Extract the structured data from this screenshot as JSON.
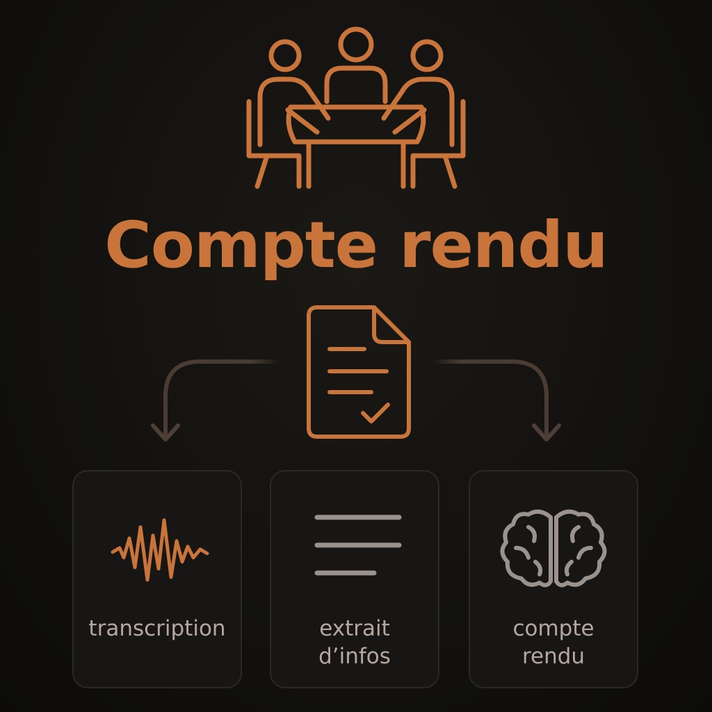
{
  "title": "Compte rendu",
  "colors": {
    "accent": "#c9743a",
    "background": "#131210",
    "card_border": "#2b2825",
    "card_text": "#b3a79f",
    "muted_lines": "#9a928c"
  },
  "icons": {
    "header": "meeting-table-icon",
    "center": "document-check-icon",
    "card_1": "audio-waveform-icon",
    "card_2": "text-lines-icon",
    "card_3": "brain-icon"
  },
  "cards": [
    {
      "label_line1": "transcription",
      "label_line2": ""
    },
    {
      "label_line1": "extrait",
      "label_line2": "d’infos"
    },
    {
      "label_line1": "compte",
      "label_line2": "rendu"
    }
  ]
}
